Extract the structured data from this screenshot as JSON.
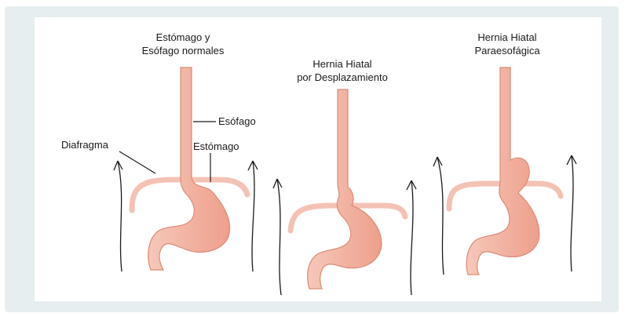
{
  "diagram": {
    "panels": [
      {
        "title_line1": "Estómago y",
        "title_line2": "Esófago normales"
      },
      {
        "title_line1": "Hernia Hiatal",
        "title_line2": "por Desplazamiento"
      },
      {
        "title_line1": "Hernia Hiatal",
        "title_line2": "Paraesofágica"
      }
    ],
    "labels": {
      "esophagus": "Esófago",
      "stomach": "Estómago",
      "diaphragm": "Diafragma"
    },
    "colors": {
      "organ_fill": "#f3b8a8",
      "organ_stroke": "#d98c79",
      "diaphragm": "#f4c2b5",
      "background_frame": "#e7eef0",
      "arrow": "#1a1a1a"
    }
  }
}
